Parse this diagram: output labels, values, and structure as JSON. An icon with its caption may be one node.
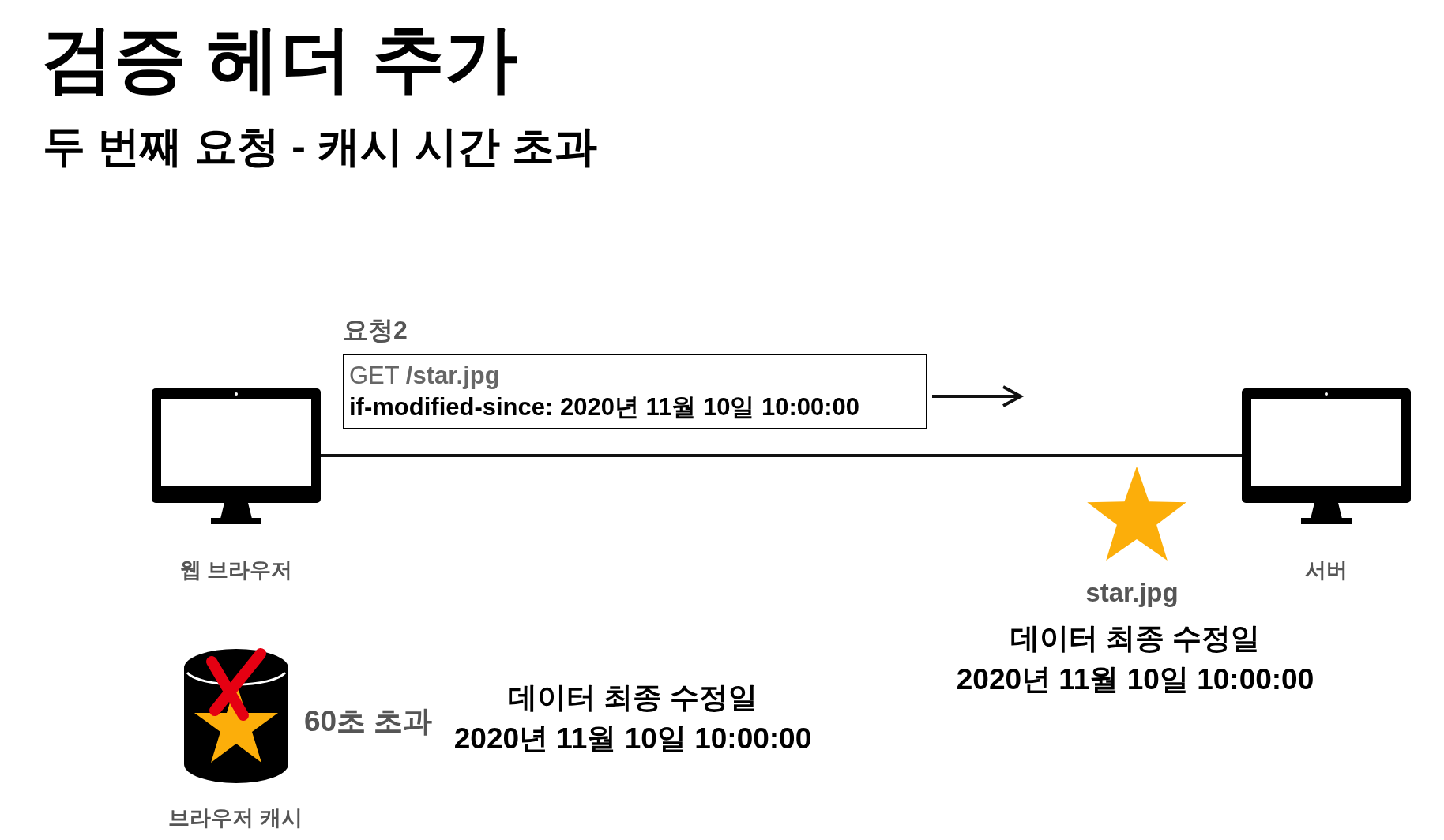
{
  "diagram": {
    "title": "검증 헤더 추가",
    "caption": "두 번째 요청 - 캐시 시간 초과",
    "nodes": [
      {
        "text": [
          "웹 브라우저"
        ]
      },
      {
        "text": [
          "서버"
        ]
      },
      {
        "text": [
          "요청2",
          "GET **/star.jpg**",
          "if-modified-since: 2020년 11월 10일 10:00:00"
        ]
      }
    ],
    "edges": [
      {
        "from": 0,
        "to": 1,
        "arrow": "none"
      }
    ],
    "labels": [
      "60초 초과",
      "브라우저 캐시",
      "데이터 최종 수정일",
      "2020년 11월 10일 10:00:00",
      "star.jpg",
      "데이터 최종 수정일",
      "2020년 11월 10일 10:00:00"
    ]
  }
}
